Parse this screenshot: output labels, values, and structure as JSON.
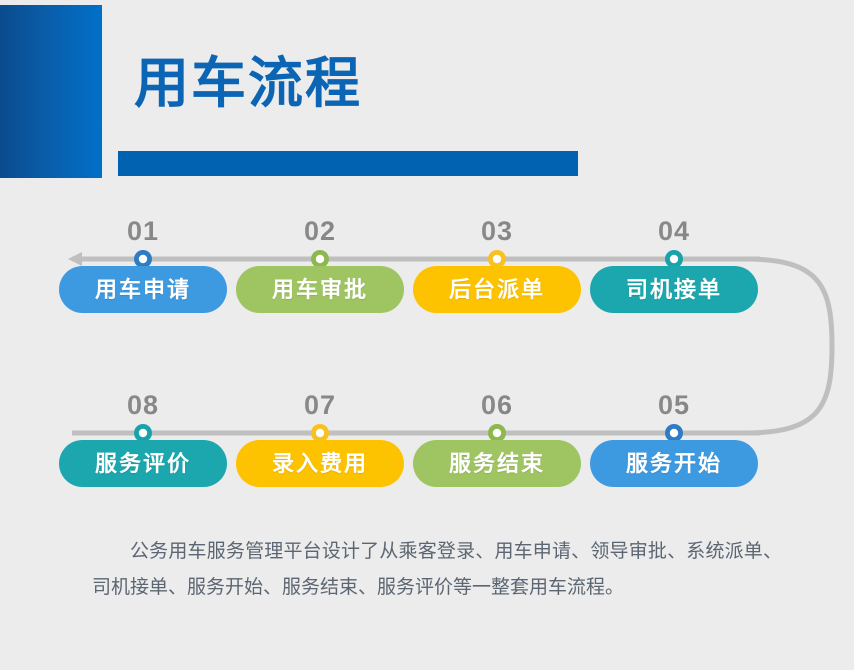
{
  "page": {
    "background_color": "#ececec"
  },
  "header": {
    "title": "用车流程",
    "title_color": "#0b65b4",
    "block_gradient_from": "#0a4b8e",
    "block_gradient_to": "#0070c8",
    "bar_color": "#0062b1"
  },
  "flow": {
    "line_color": "#bfbfbf",
    "rows": [
      {
        "row": 1,
        "direction": "left-to-right",
        "has_start_arrow": true,
        "steps": [
          {
            "number": "01",
            "label": "用车申请",
            "color": "#3d9ae0",
            "dot_color": "#2e7cc4"
          },
          {
            "number": "02",
            "label": "用车审批",
            "color": "#9fc462",
            "dot_color": "#8cb84d"
          },
          {
            "number": "03",
            "label": "后台派单",
            "color": "#fdc300",
            "dot_color": "#f8c020"
          },
          {
            "number": "04",
            "label": "司机接单",
            "color": "#1ba7ad",
            "dot_color": "#18a3aa"
          }
        ]
      },
      {
        "row": 2,
        "direction": "right-to-left",
        "has_start_arrow": false,
        "steps": [
          {
            "number": "08",
            "label": "服务评价",
            "color": "#1ba7ad",
            "dot_color": "#18a3aa"
          },
          {
            "number": "07",
            "label": "录入费用",
            "color": "#fdc300",
            "dot_color": "#f8c020"
          },
          {
            "number": "06",
            "label": "服务结束",
            "color": "#9fc462",
            "dot_color": "#8cb84d"
          },
          {
            "number": "05",
            "label": "服务开始",
            "color": "#3d9ae0",
            "dot_color": "#2e7cc4"
          }
        ]
      }
    ]
  },
  "description": {
    "text": "公务用车服务管理平台设计了从乘客登录、用车申请、领导审批、系统派单、司机接单、服务开始、服务结束、服务评价等一整套用车流程。"
  }
}
